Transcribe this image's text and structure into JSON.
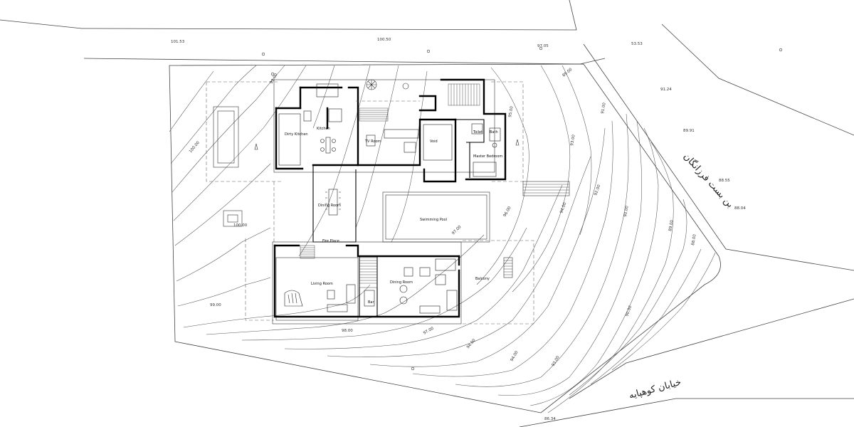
{
  "streets": {
    "top_right": "بن بست فرزانگان",
    "bottom": "خیابان کوهپایه"
  },
  "elevations": {
    "top": [
      "101.53",
      "100.50",
      "97.05",
      "53.53"
    ],
    "right": [
      "91.24",
      "89.91",
      "88.55",
      "88.04"
    ],
    "bottom": "86.34",
    "contours": [
      "100.00",
      "99.00",
      "98.00",
      "97.00",
      "96.00",
      "95.00",
      "94.00",
      "93.00",
      "92.00",
      "91.00",
      "90.00",
      "89.00",
      "88.00"
    ]
  },
  "rooms": {
    "kitchen": "Kitchen",
    "dirty_kitchen": "Dirty Kitchen",
    "tv_room": "TV Room",
    "void": "Void",
    "toilet": "Toilet",
    "bath": "Bath",
    "master_bedroom": "Master Bedroom",
    "dining_room": "Dining Room",
    "swimming_pool": "Swimming Pool",
    "fire_place": "Fire Place",
    "living_room": "Living Room",
    "dining_room_2": "Dining Room",
    "bar": "Bar",
    "balcony": "Balcony"
  }
}
